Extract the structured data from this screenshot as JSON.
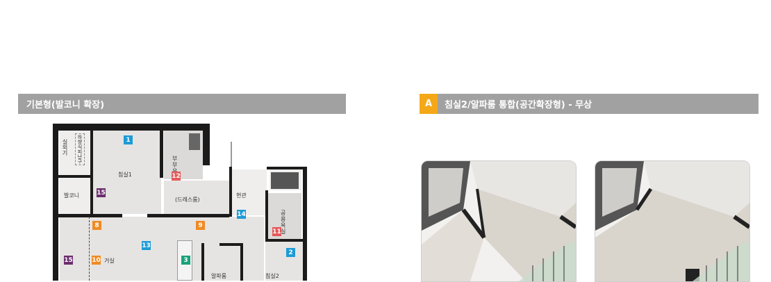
{
  "left_section": {
    "title": "기본형(발코니 확장)"
  },
  "right_section": {
    "badge": "A",
    "title": "침실2/알파룸 통합(공간확장형) - 무상"
  },
  "plan": {
    "rooms": {
      "bedroom1": "침실1",
      "dressroom": "(드레스룸)",
      "entrance": "현관",
      "balcony": "발코니",
      "living": "거실",
      "alpha": "알파룸",
      "bedroom2": "침실2",
      "outdoor_unit": "실외기",
      "bath_master": "부부욕실",
      "bath_common": "공용욕실",
      "cabinet": "하향식피난구"
    },
    "markers": {
      "m1": "1",
      "m2": "2",
      "m3": "3",
      "m8": "8",
      "m9": "9",
      "m10": "10",
      "m11": "11",
      "m12": "12",
      "m13": "13",
      "m14": "14",
      "m15a": "15",
      "m15b": "15"
    }
  },
  "colors": {
    "header_bg": "#a1a1a1",
    "badge": "#f4a818",
    "marker_blue": "#1e9bd7",
    "marker_purple": "#6b2d6e",
    "marker_orange": "#f08a24",
    "marker_red": "#e5595a",
    "marker_green": "#1aa37a"
  }
}
